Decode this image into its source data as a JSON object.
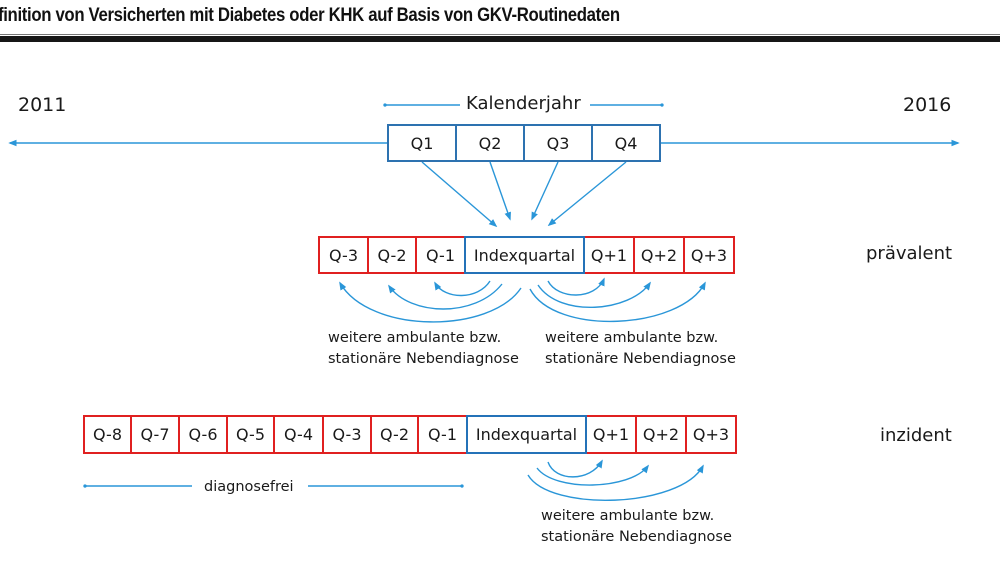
{
  "title": "finition von Versicherten mit Diabetes oder KHK auf Basis von GKV-Routinedaten",
  "timeline": {
    "start_year": "2011",
    "end_year": "2016",
    "calendar_label": "Kalenderjahr",
    "quarters": [
      "Q1",
      "Q2",
      "Q3",
      "Q4"
    ]
  },
  "prevalent": {
    "label": "prävalent",
    "before": [
      "Q-3",
      "Q-2",
      "Q-1"
    ],
    "index": "Indexquartal",
    "after": [
      "Q+1",
      "Q+2",
      "Q+3"
    ],
    "note_left": [
      "weitere ambulante bzw.",
      "stationäre Nebendiagnose"
    ],
    "note_right": [
      "weitere ambulante bzw.",
      "stationäre Nebendiagnose"
    ]
  },
  "incident": {
    "label": "inzident",
    "before": [
      "Q-8",
      "Q-7",
      "Q-6",
      "Q-5",
      "Q-4",
      "Q-3",
      "Q-2",
      "Q-1"
    ],
    "index": "Indexquartal",
    "after": [
      "Q+1",
      "Q+2",
      "Q+3"
    ],
    "span_label": "diagnosefrei",
    "note": [
      "weitere ambulante bzw.",
      "stationäre Nebendiagnose"
    ]
  },
  "colors": {
    "arrow_blue": "#2a96d8",
    "index_border": "#2472b8",
    "quarter_border": "#e02020",
    "calendar_border": "#2d72b0",
    "title_rule": "#161616"
  }
}
